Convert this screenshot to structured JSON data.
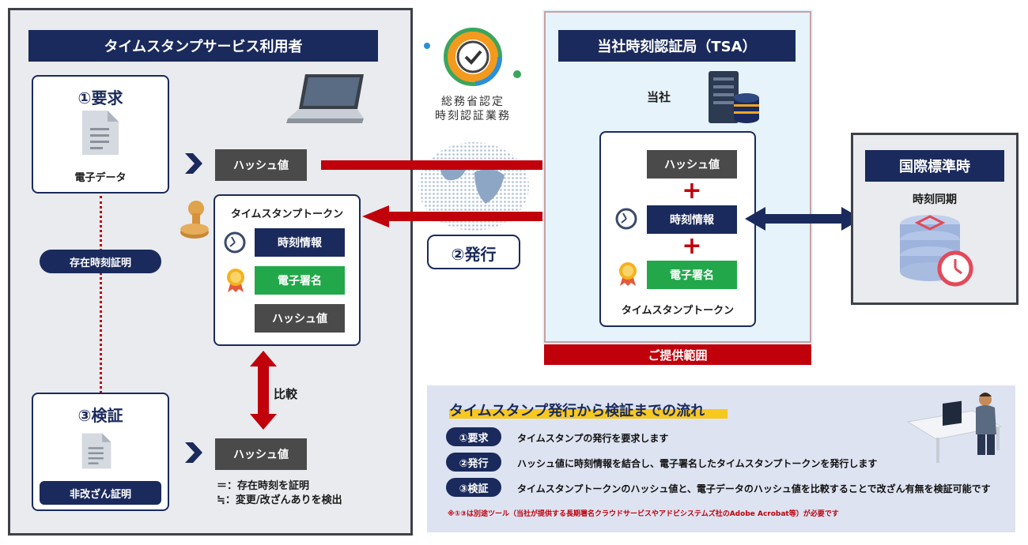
{
  "user_panel": {
    "title": "タイムスタンプサービス利用者",
    "request_title": "①要求",
    "doc_label": "電子データ",
    "existence_proof": "存在時刻証明",
    "verify_title": "③検証",
    "tamper_proof": "非改ざん証明",
    "hash_sent": "ハッシュ値",
    "hash_compare": "ハッシュ値",
    "compare_label": "比較",
    "result_equal": "＝：存在時刻を証明",
    "result_notequal": "≒：変更/改ざんありを検出",
    "token_card": {
      "title": "タイムスタンプトークン",
      "time_info": "時刻情報",
      "signature": "電子署名",
      "hash": "ハッシュ値"
    }
  },
  "center": {
    "cert_line1": "総務省認定",
    "cert_line2": "時刻認証業務",
    "issue_label": "②発行"
  },
  "tsa_panel": {
    "title": "当社時刻認証局（TSA）",
    "company_label": "当社",
    "hash": "ハッシュ値",
    "plus1": "+",
    "time_info": "時刻情報",
    "plus2": "+",
    "signature": "電子署名",
    "token_label": "タイムスタンプトークン",
    "scope_label": "ご提供範囲"
  },
  "intl_panel": {
    "title": "国際標準時",
    "sync_label": "時刻同期"
  },
  "flow": {
    "title": "タイムスタンプ発行から検証までの流れ",
    "steps": [
      {
        "pill": "①要求",
        "text": "タイムスタンプの発行を要求します"
      },
      {
        "pill": "②発行",
        "text": "ハッシュ値に時刻情報を結合し、電子署名したタイムスタンプトークンを発行します"
      },
      {
        "pill": "③検証",
        "text": "タイムスタンプトークンのハッシュ値と、電子データのハッシュ値を比較することで改ざん有無を検証可能です"
      }
    ],
    "note": "※①③は別途ツール（当社が提供する長期署名クラウドサービスやアドビシステムズ社のAdobe Acrobat等）が必要です"
  },
  "colors": {
    "navy": "#1a2a5c",
    "red": "#c0000b",
    "green": "#22a84a",
    "gray": "#4a4a4a",
    "orange": "#f39a1e",
    "yellow_highlight": "#f7c81e"
  }
}
